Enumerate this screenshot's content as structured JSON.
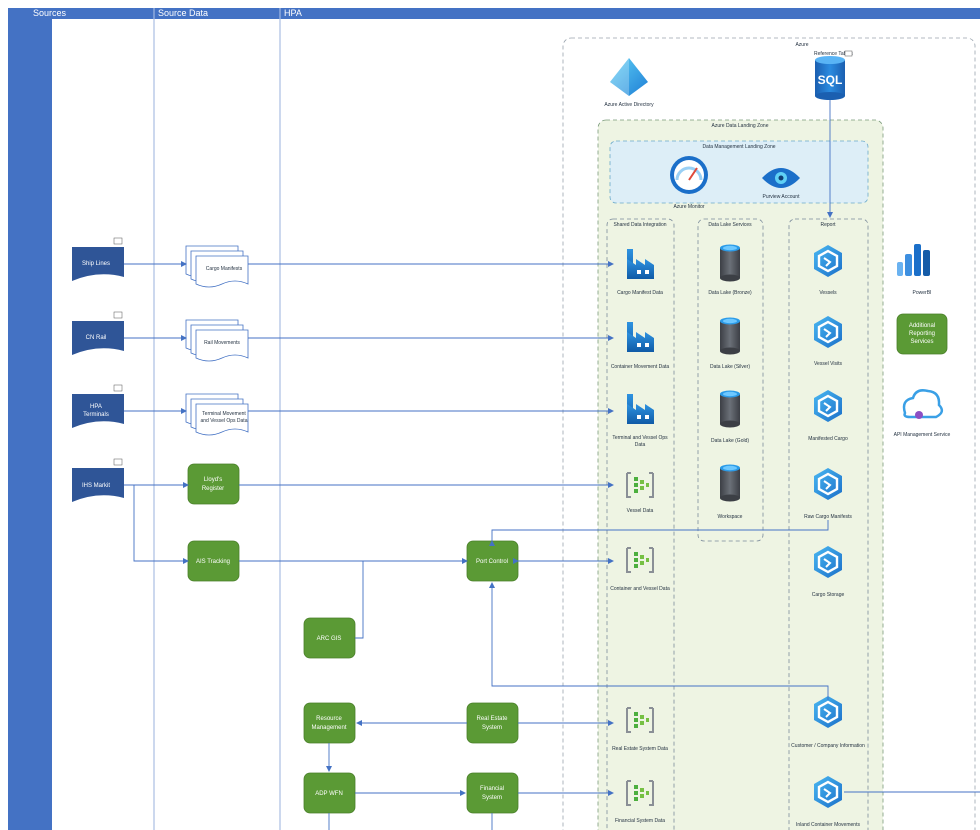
{
  "lanes": {
    "sources": "Sources",
    "source_data": "Source Data",
    "hpa": "HPA"
  },
  "sources": [
    {
      "label": "Ship Lines"
    },
    {
      "label": "CN Rail"
    },
    {
      "label_line1": "HPA",
      "label_line2": "Terminals"
    },
    {
      "label": "IHS Markit"
    }
  ],
  "documents": {
    "cargo_manifests": "Cargo Manifests",
    "rail_movements": "Rail Movements",
    "terminal_line1": "Terminal Movement",
    "terminal_line2": "and Vessel Ops Data"
  },
  "processes": {
    "lloyds_line1": "Lloyd's",
    "lloyds_line2": "Register",
    "ais_tracking": "AIS Tracking",
    "port_control": "Port Control",
    "arc_gis": "ARC GIS",
    "resource_line1": "Resource",
    "resource_line2": "Management",
    "real_estate_line1": "Real Estate",
    "real_estate_line2": "System",
    "adp_wfn": "ADP WFN",
    "financial_line1": "Financial",
    "financial_line2": "System",
    "additional_line1": "Additional",
    "additional_line2": "Reporting",
    "additional_line3": "Services"
  },
  "azure": {
    "title": "Azure",
    "reference_table": "Reference Tables",
    "sql": "SQL",
    "aad": "Azure Active Directory",
    "landing_zone": "Azure Data Landing Zone",
    "dm_landing_zone": "Data Management Landing Zone",
    "monitor": "Azure Monitor",
    "purview": "Purview Account",
    "shared_integration": "Shared Data Integration",
    "lake_services": "Data Lake Services",
    "report": "Report",
    "powerbi": "PowerBI",
    "api_mgmt": "API Management Service"
  },
  "integration_items": [
    "Cargo Manifest Data",
    "Container Movement Data",
    "Terminal and Vessel Ops",
    "Data",
    "Vessel Data",
    "Container and Vessel Data",
    "Real Estate System Data",
    "Financial System Data"
  ],
  "lake_items": [
    "Data Lake (Bronze)",
    "Data Lake (Silver)",
    "Data Lake (Gold)",
    "Workspace"
  ],
  "report_items": [
    "Vessels",
    "Vessel Visits",
    "Manifested Cargo",
    "Raw Cargo Manifests",
    "Cargo Storage",
    "Customer / Company Information",
    "Inland Container Movements"
  ],
  "colors": {
    "lane_header": "#4472c4",
    "source_shape": "#2f5597",
    "process_green": "#5b9a35",
    "connector": "#4472c4",
    "landing_zone_bg": "#eef4e3",
    "dm_zone_bg": "#ddeef7"
  }
}
